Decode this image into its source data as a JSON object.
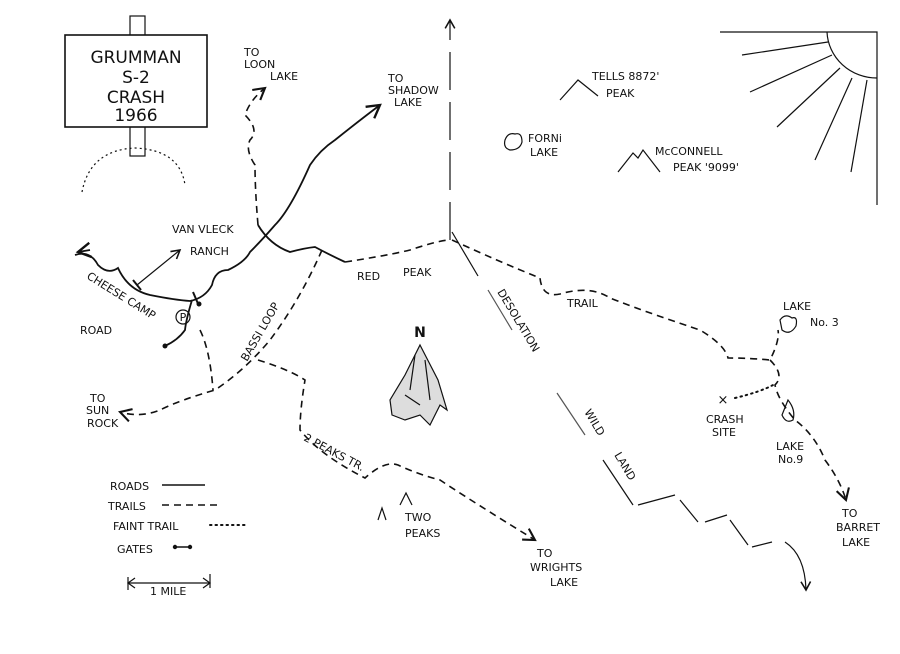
{
  "sign": {
    "line1": "GRUMMAN",
    "line2": "S-2",
    "line3": "CRASH",
    "line4": "1966"
  },
  "places": {
    "loon_lake": [
      "TO",
      "LOON",
      "LAKE"
    ],
    "shadow_lake": [
      "TO",
      "SHADOW",
      "LAKE"
    ],
    "van_vleck": "VAN VLECK",
    "ranch": "RANCH",
    "cheese_camp": "CHEESE CAMP",
    "road": "ROAD",
    "parking": "P",
    "red_peak": "RED",
    "red_peak2": "PEAK",
    "bassi_loop": "BASSI LOOP",
    "sun_rock": [
      "TO",
      "SUN",
      "ROCK"
    ],
    "two_peaks_trail": "2 PEAKS TR.",
    "two_peaks": [
      "TWO",
      "PEAKS"
    ],
    "wrights_lake": [
      "TO",
      "WRIGHTS",
      "LAKE"
    ],
    "north": "N",
    "desolation": "DESOLATION",
    "wild": "WILD",
    "land": "LAND",
    "trail": "TRAIL",
    "tells_peak": [
      "TELLS  8872'",
      "PEAK"
    ],
    "forni_lake": [
      "FORNi",
      "LAKE"
    ],
    "mcconnell_peak": [
      "McCONNELL",
      "PEAK '9099'"
    ],
    "lake3": [
      "LAKE",
      "No. 3"
    ],
    "crash_site": [
      "CRASH",
      "SITE"
    ],
    "lake9": [
      "LAKE",
      "No.9"
    ],
    "barret_lake": [
      "TO",
      "BARRET",
      "LAKE"
    ]
  },
  "legend": {
    "roads": "ROADS",
    "trails": "TRAILS",
    "faint_trail": "FAINT TRAIL",
    "gates": "GATES"
  },
  "scale": {
    "label": "1 MILE"
  }
}
